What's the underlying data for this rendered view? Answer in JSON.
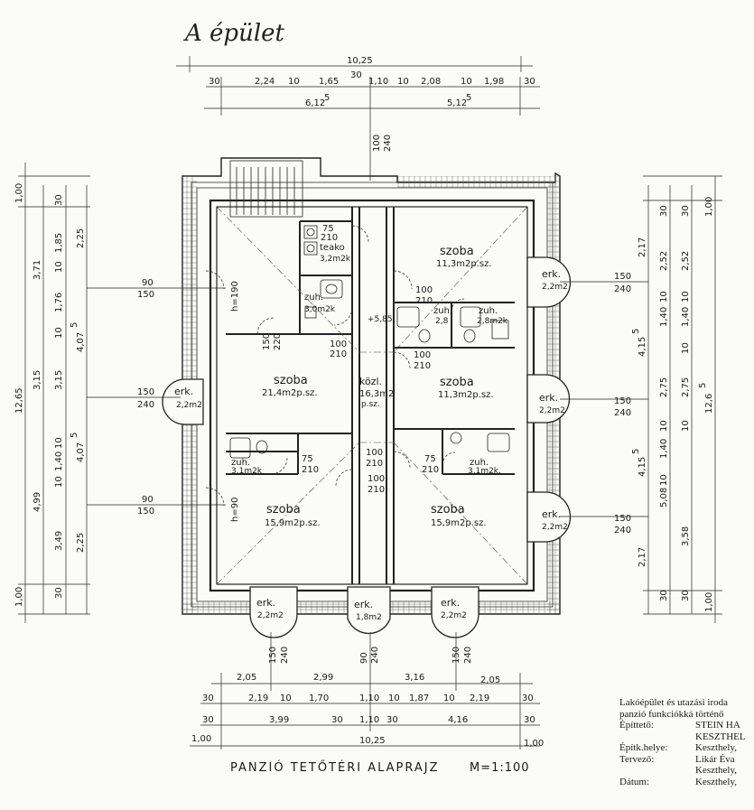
{
  "handwritten_title": "A épület",
  "footer": {
    "title": "PANZIÓ  TETŐTÉRI  ALAPRAJZ",
    "scale": "M=1:100"
  },
  "stamp": {
    "line1": "Lakóépület és utazási iroda",
    "line2": "panzió funkciókká történő",
    "builder_label": "Építtető:",
    "builder_value": "STEIN HA",
    "builder_value2": "KESZTHEL",
    "site_label": "Építk.helye:",
    "site_value": "Keszthely,",
    "designer_label": "Tervező:",
    "designer_value": "Likár Éva",
    "designer_value2": "Keszthely,",
    "date_label": "Dátum:",
    "date_value": "Keszthely,"
  },
  "rooms": {
    "teakonyha": "teako",
    "teakonyha_area": "3,2m2k",
    "zuh_tl": "zuh.",
    "zuh_tl_area": "3,0m2k",
    "szoba_left_mid": "szoba",
    "szoba_left_mid_area": "21,4m2p.sz.",
    "kozl": "közl.",
    "kozl_area": "16,3m2",
    "kozl_area2": "p.sz.",
    "zuh_bl": "zuh.",
    "zuh_bl_area": "3,1m2k",
    "szoba_left_bot": "szoba",
    "szoba_left_bot_area": "15,9m2p.sz.",
    "szoba_right_top": "szoba",
    "szoba_right_top_area": "11,3m2p.sz.",
    "zuh_r1": "zuh.",
    "zuh_r1_area": "2,8",
    "zuh_r2": "zuh.",
    "zuh_r2_area": "2,8m2k",
    "szoba_right_mid": "szoba",
    "szoba_right_mid_area": "11,3m2p.sz.",
    "zuh_br": "zuh.",
    "zuh_br_area": "3,1m2k.",
    "szoba_right_bot": "szoba",
    "szoba_right_bot_area": "15,9m2p.sz.",
    "erk": "erk.",
    "erk_area": "2,2m2",
    "erk_mid_area": "1,8m2",
    "level_mark": "+5,85"
  },
  "doors": {
    "d75": "75",
    "d210": "210",
    "d100": "100",
    "d90": "90",
    "d150": "150",
    "d220": "220",
    "d240": "240",
    "h190": "h=190",
    "h90": "h=90"
  },
  "dims_top": {
    "total": "10,25",
    "row1": [
      "30",
      "2,24",
      "10",
      "1,65",
      "30",
      "1,10",
      "10",
      "2,08",
      "10",
      "1,98",
      "30"
    ],
    "row2": [
      "6,12",
      "5",
      "5,12",
      "5"
    ],
    "vert": [
      "100",
      "240"
    ]
  },
  "dims_bottom": {
    "row1": [
      "2,05",
      "2,99",
      "3,16",
      "2,05"
    ],
    "row2": [
      "30",
      "2,19",
      "10",
      "1,70",
      "1,10",
      "10",
      "1,87",
      "10",
      "2,19",
      "30"
    ],
    "row3": [
      "30",
      "3,99",
      "30",
      "1,10",
      "30",
      "4,16",
      "30"
    ],
    "row4": [
      "1,00",
      "10,25",
      "1,00"
    ],
    "vert": [
      "150",
      "240",
      "90",
      "240",
      "150",
      "240"
    ]
  },
  "dims_left": {
    "outer": [
      "1,00",
      "12,65",
      "1,00"
    ],
    "mid1": [
      "3,71",
      "3,15",
      "4,99"
    ],
    "mid2": [
      "30",
      "1,85",
      "10",
      "1,76",
      "10",
      "3,15",
      "10",
      "1,40",
      "10",
      "3,49",
      "30"
    ],
    "inner": [
      "2,25",
      "4,07",
      "5",
      "4,07",
      "5",
      "2,25"
    ],
    "horiz": [
      "90",
      "150",
      "150",
      "240",
      "90",
      "150"
    ]
  },
  "dims_right": {
    "outer": [
      "1,00",
      "12,6",
      "5",
      "1,00"
    ],
    "mid1": [
      "30",
      "2,52",
      "10",
      "1,40",
      "10",
      "2,75",
      "10",
      "5,08",
      "3,58",
      "30"
    ],
    "mid2": [
      "30",
      "2,17",
      "2,52",
      "10",
      "1,40",
      "2,75",
      "10",
      "1,40",
      "10",
      "2,17",
      "30"
    ],
    "inner": [
      "4,15",
      "5",
      "4,15",
      "5"
    ],
    "horiz": [
      "150",
      "240",
      "150",
      "240",
      "150",
      "240"
    ]
  }
}
